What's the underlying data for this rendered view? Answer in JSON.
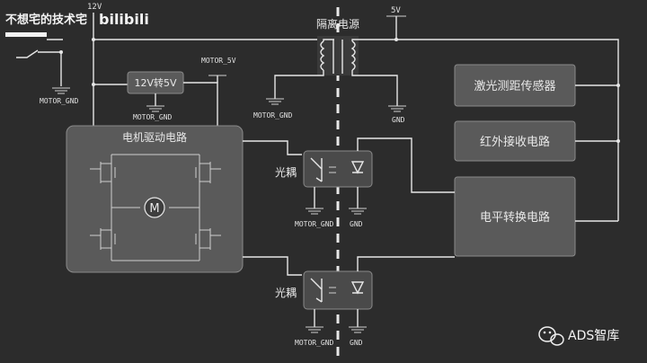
{
  "header": {
    "watermark_text": "不想宅的技术宅",
    "bilibili_logo": "bilibili"
  },
  "labels": {
    "v12": "12V",
    "v5": "5V",
    "isolation_power": "隔离电源",
    "converter_12v_5v": "12V转5V",
    "motor_5v": "MOTOR_5V",
    "motor_gnd_1": "MOTOR_GND",
    "motor_gnd_2": "MOTOR_GND",
    "motor_gnd_3": "MOTOR_GND",
    "motor_gnd_4": "MOTOR_GND",
    "motor_gnd_5": "MOTOR_GND",
    "gnd_1": "GND",
    "gnd_2": "GND",
    "gnd_3": "GND",
    "motor_drive_circuit": "电机驱动电路",
    "motor_symbol": "M",
    "optocoupler_1": "光耦",
    "optocoupler_2": "光耦",
    "laser_sensor": "激光测距传感器",
    "ir_receiver": "红外接收电路",
    "level_shift": "电平转换电路"
  },
  "footer": {
    "brand": "ADS智库",
    "wechat_icon": "wechat-icon"
  },
  "colors": {
    "background": "#2c2c2c",
    "block_fill": "#5a5a5a",
    "wire": "#e6e6e6"
  }
}
